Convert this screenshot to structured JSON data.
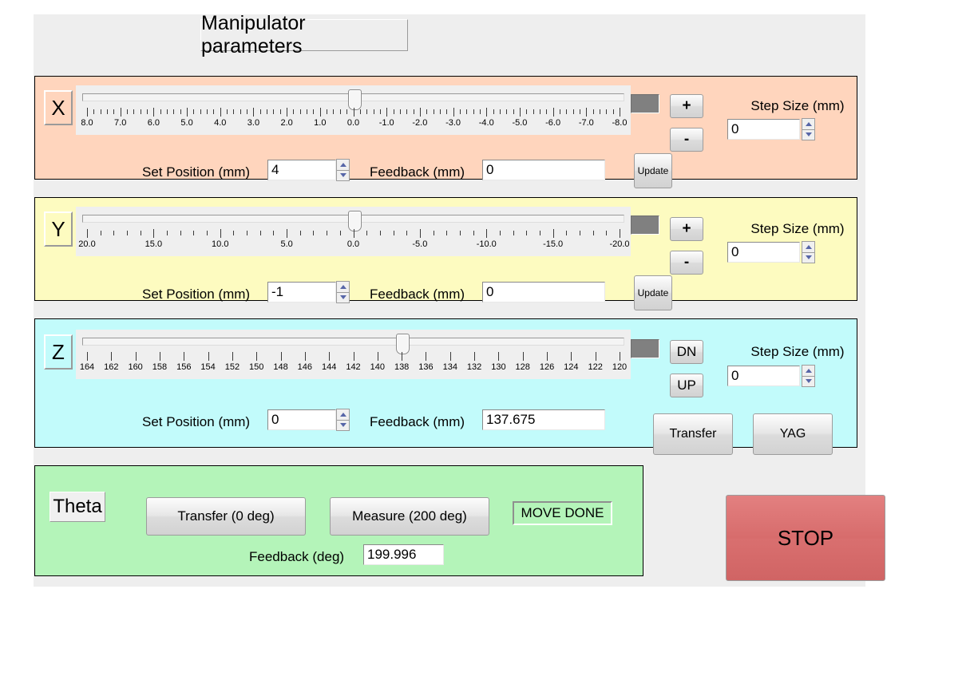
{
  "window": {
    "title": "Manipulator parameters"
  },
  "axes": [
    {
      "id": "x",
      "label": "X",
      "color": "#ffd5bd",
      "slider": {
        "ticks": [
          "8.0",
          "7.0",
          "6.0",
          "5.0",
          "4.0",
          "3.0",
          "2.0",
          "1.0",
          "0.0",
          "-1.0",
          "-2.0",
          "-3.0",
          "-4.0",
          "-5.0",
          "-6.0",
          "-7.0",
          "-8.0"
        ],
        "min": 8.0,
        "max": -8.0,
        "value": 0.0,
        "minor_per_major": 5
      },
      "set_position_label": "Set Position (mm)",
      "set_position_value": "4",
      "feedback_label": "Feedback (mm)",
      "feedback_value": "0",
      "plus_label": "+",
      "minus_label": "-",
      "update_label": "Update",
      "step_size_label": "Step Size (mm)",
      "step_size_value": "0"
    },
    {
      "id": "y",
      "label": "Y",
      "color": "#fdfbc0",
      "slider": {
        "ticks": [
          "20.0",
          "15.0",
          "10.0",
          "5.0",
          "0.0",
          "-5.0",
          "-10.0",
          "-15.0",
          "-20.0"
        ],
        "min": 20.0,
        "max": -20.0,
        "value": 0.0,
        "minor_per_major": 5
      },
      "set_position_label": "Set Position (mm)",
      "set_position_value": "-1",
      "feedback_label": "Feedback (mm)",
      "feedback_value": "0",
      "plus_label": "+",
      "minus_label": "-",
      "update_label": "Update",
      "step_size_label": "Step Size (mm)",
      "step_size_value": "0"
    },
    {
      "id": "z",
      "label": "Z",
      "color": "#c2fbfb",
      "slider": {
        "ticks": [
          "164",
          "162",
          "160",
          "158",
          "156",
          "154",
          "152",
          "150",
          "148",
          "146",
          "144",
          "142",
          "140",
          "138",
          "136",
          "134",
          "132",
          "130",
          "128",
          "126",
          "124",
          "122",
          "120"
        ],
        "min": 164,
        "max": 120,
        "value": 138,
        "minor_per_major": 1
      },
      "set_position_label": "Set Position (mm)",
      "set_position_value": "0",
      "feedback_label": "Feedback (mm)",
      "feedback_value": "137.675",
      "dn_label": "DN",
      "up_label": "UP",
      "transfer_label": "Transfer",
      "yag_label": "YAG",
      "step_size_label": "Step Size (mm)",
      "step_size_value": "0"
    }
  ],
  "theta": {
    "label": "Theta",
    "color": "#b4f4b9",
    "transfer_label": "Transfer (0 deg)",
    "measure_label": "Measure (200 deg)",
    "status": "MOVE DONE",
    "feedback_label": "Feedback (deg)",
    "feedback_value": "199.996"
  },
  "stop": {
    "label": "STOP",
    "color": "#d76c6c"
  }
}
